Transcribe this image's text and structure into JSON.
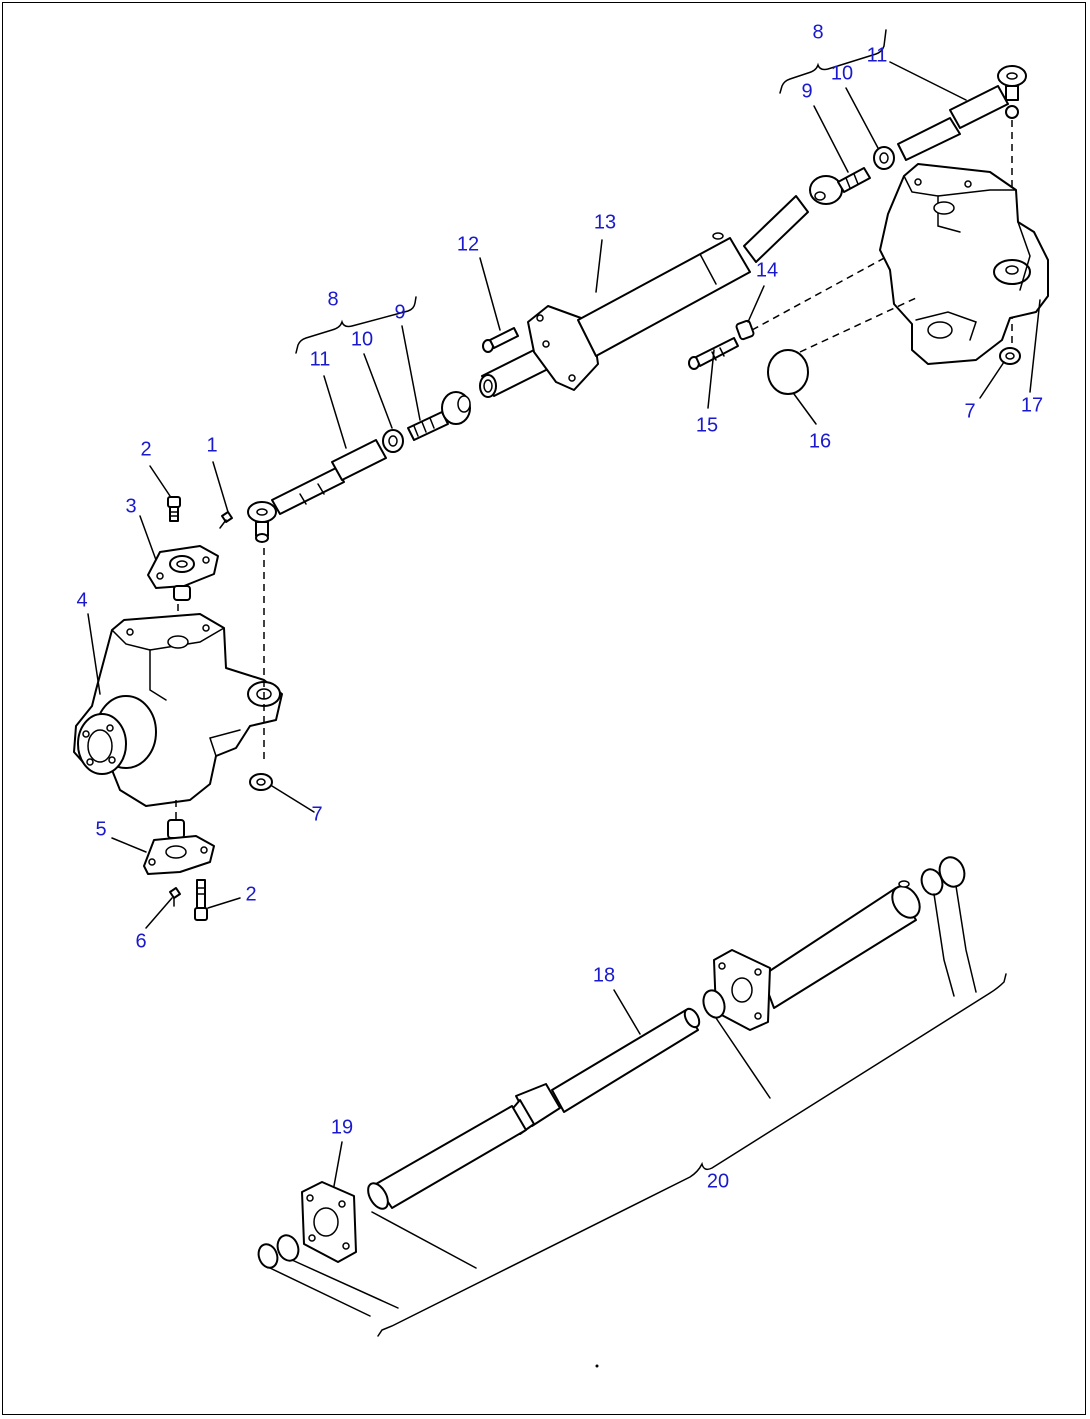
{
  "callouts": {
    "c1": "1",
    "c2a": "2",
    "c2b": "2",
    "c3": "3",
    "c4": "4",
    "c5": "5",
    "c6": "6",
    "c7a": "7",
    "c7b": "7",
    "c8a": "8",
    "c8b": "8",
    "c9a": "9",
    "c9b": "9",
    "c10a": "10",
    "c10b": "10",
    "c11a": "11",
    "c11b": "11",
    "c12": "12",
    "c13": "13",
    "c14": "14",
    "c15": "15",
    "c16": "16",
    "c17": "17",
    "c18": "18",
    "c19": "19",
    "c20": "20"
  },
  "colors": {
    "callout": "#1a1acc",
    "line": "#000000",
    "background": "#ffffff"
  }
}
